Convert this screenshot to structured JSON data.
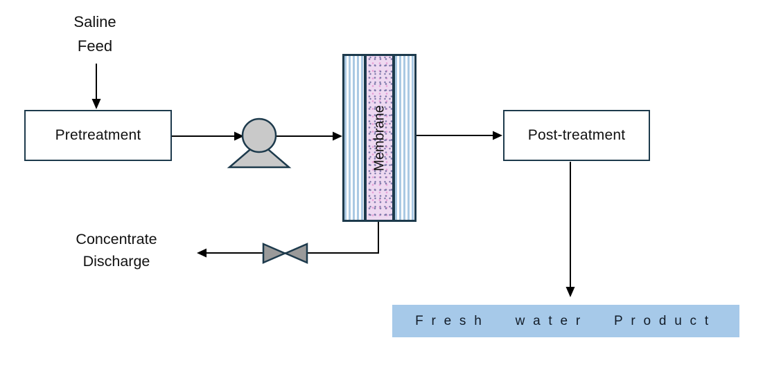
{
  "labels": {
    "saline_feed": "Saline\nFeed",
    "pretreatment": "Pretreatment",
    "membrane": "Membrane",
    "post_treatment": "Post-treatment",
    "concentrate_discharge": "Concentrate\nDischarge",
    "fresh_water_product": "Fresh water Product"
  },
  "icons": {
    "pump": "pump-icon",
    "valve": "valve-icon",
    "arrows": "flow-arrow"
  },
  "colors": {
    "outline": "#1d3a4c",
    "line": "#000000",
    "text": "#111111",
    "box_fill": "#ffffff",
    "pump_fill": "#c9c9c9",
    "valve_fill": "#9a9a9a",
    "membrane_stripe": "#aac9e3",
    "membrane_center_bg": "#eed9f1",
    "membrane_dot_blue": "#7b76a8",
    "membrane_dot_pink": "#e89ed6",
    "fresh_water_fill": "#a6c9e9"
  }
}
